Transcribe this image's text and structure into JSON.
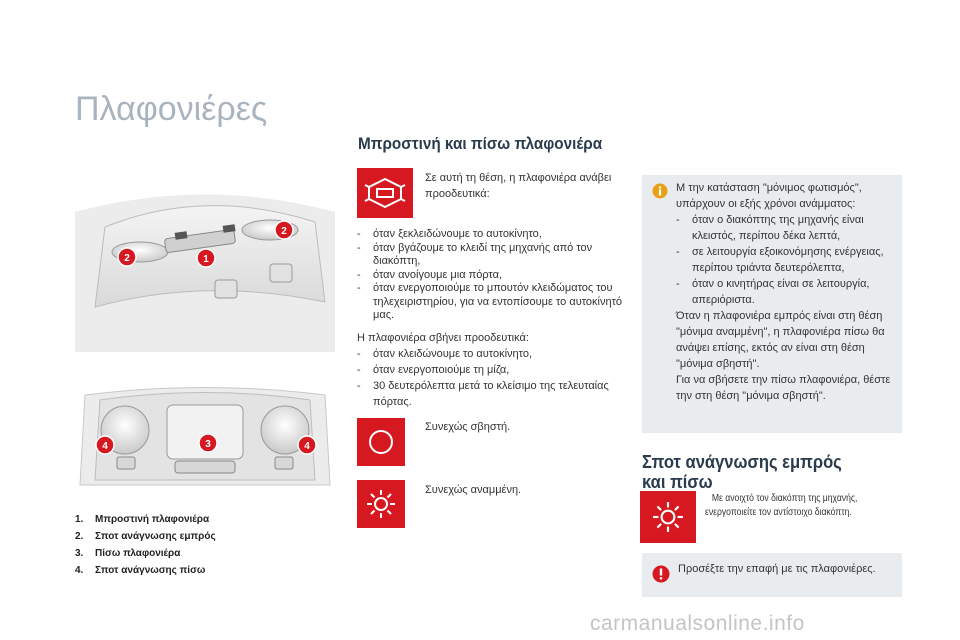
{
  "page_title": "Πλαφονιέρες",
  "illustration_callouts": {
    "top": [
      "2",
      "1",
      "2"
    ],
    "bottom": [
      "4",
      "3",
      "4"
    ]
  },
  "legend": [
    {
      "num": "1.",
      "label": "Μπροστινή πλαφονιέρα"
    },
    {
      "num": "2.",
      "label": "Σποτ ανάγνωσης εμπρός"
    },
    {
      "num": "3.",
      "label": "Πίσω πλαφονιέρα"
    },
    {
      "num": "4.",
      "label": "Σποτ ανάγνωσης πίσω"
    }
  ],
  "front_rear": {
    "title": "Μπροστινή και πίσω πλαφονιέρα",
    "lamp_intro": "Σε αυτή τη θέση, η πλαφονιέρα ανάβει προοδευτικά:",
    "on_list": [
      "όταν ξεκλειδώνουμε το αυτοκίνητο,",
      "όταν βγάζουμε το κλειδί της μηχανής από τον διακόπτη,",
      "όταν ανοίγουμε μια πόρτα,",
      "όταν ενεργοποιούμε το μπουτόν κλειδώματος του τηλεχειριστηρίου, για να εντοπίσουμε το αυτοκίνητό μας."
    ],
    "off_intro": "Η πλαφονιέρα σβήνει προοδευτικά:",
    "off_list": [
      "όταν κλειδώνουμε το αυτοκίνητο,",
      "όταν ενεργοποιούμε τη μίζα,",
      "30 δευτερόλεπτα μετά το κλείσιμο της τελευταίας πόρτας."
    ],
    "always_off": "Συνεχώς σβηστή.",
    "always_on": "Συνεχώς αναμμένη."
  },
  "info": {
    "intro": "Μ την κατάσταση \"μόνιμος φωτισμός\", υπάρχουν οι εξής χρόνοι ανάμματος:",
    "items": [
      "όταν ο διακόπτης της μηχανής είναι κλειστός, περίπου δέκα λεπτά,",
      "σε λειτουργία εξοικονόμησης ενέργειας, περίπου τριάντα δευτερόλεπτα,",
      "όταν ο κινητήρας είναι σε λειτουργία, απεριόριστα."
    ],
    "para1": "Όταν η πλαφονιέρα εμπρός είναι στη θέση \"μόνιμα αναμμένη\", η πλαφονιέρα πίσω θα ανάψει επίσης, εκτός αν είναι στη θέση \"μόνιμα σβηστή\".",
    "para2": "Για να σβήσετε την πίσω πλαφονιέρα, θέστε την στη θέση \"μόνιμα σβηστή\"."
  },
  "spot": {
    "title_line1": "Σποτ ανάγνωσης εμπρός",
    "title_line2": "και πίσω",
    "arrow": "",
    "note": "Με ανοιχτό τον διακόπτη της μηχανής, ενεργοποιείτε τον αντίστοιχο διακόπτη."
  },
  "warning": "Προσέξτε την επαφή με τις πλαφονιέρες.",
  "watermark": "carmanualsonline.info",
  "colors": {
    "accent_red": "#d61920",
    "panel_gray": "#e9ecef",
    "title_gray": "#aab4bf",
    "heading_blue": "#2a3b4d"
  }
}
